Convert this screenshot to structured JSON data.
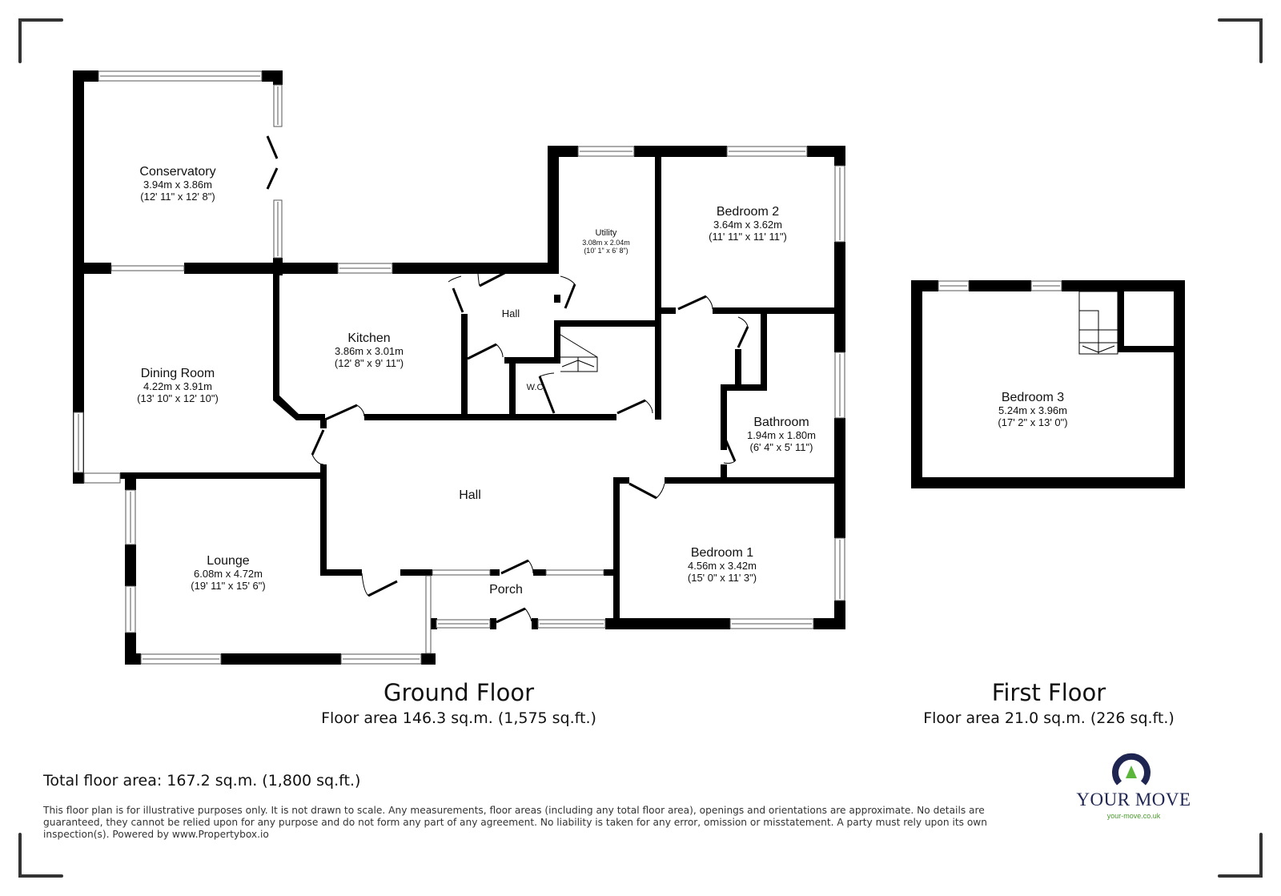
{
  "ground_floor": {
    "title": "Ground Floor",
    "area": "Floor area 146.3 sq.m. (1,575 sq.ft.)",
    "rooms": [
      {
        "name": "Conservatory",
        "metric": "3.94m x 3.86m",
        "imperial": "(12' 11\" x 12' 8\")"
      },
      {
        "name": "Dining Room",
        "metric": "4.22m x 3.91m",
        "imperial": "(13' 10\" x 12' 10\")"
      },
      {
        "name": "Kitchen",
        "metric": "3.86m x 3.01m",
        "imperial": "(12' 8\" x 9' 11\")"
      },
      {
        "name": "Utility",
        "metric": "3.08m x 2.04m",
        "imperial": "(10' 1\" x 6' 8\")"
      },
      {
        "name": "Bedroom 2",
        "metric": "3.64m x 3.62m",
        "imperial": "(11' 11\" x 11' 11\")"
      },
      {
        "name": "Bathroom",
        "metric": "1.94m x 1.80m",
        "imperial": "(6' 4\" x 5' 11\")"
      },
      {
        "name": "Lounge",
        "metric": "6.08m x 4.72m",
        "imperial": "(19' 11\" x 15' 6\")"
      },
      {
        "name": "Bedroom 1",
        "metric": "4.56m x 3.42m",
        "imperial": "(15' 0\" x 11' 3\")"
      }
    ],
    "labels": {
      "hall_upper": "Hall",
      "hall_main": "Hall",
      "wc": "W.C",
      "porch": "Porch"
    }
  },
  "first_floor": {
    "title": "First Floor",
    "area": "Floor area 21.0 sq.m. (226 sq.ft.)",
    "rooms": [
      {
        "name": "Bedroom 3",
        "metric": "5.24m x 3.96m",
        "imperial": "(17' 2\" x 13' 0\")"
      }
    ]
  },
  "total_area": "Total floor area: 167.2 sq.m. (1,800 sq.ft.)",
  "disclaimer": "This floor plan is for illustrative purposes only. It is not drawn to scale. Any measurements, floor areas (including any total floor area), openings and orientations are approximate. No details are guaranteed, they cannot be relied upon for any purpose and do not form any part of any agreement. No liability is taken for any error, omission or misstatement. A party must rely upon its own inspection(s). Powered by www.Propertybox.io",
  "logo": {
    "brand": "YOUR MOVE",
    "url": "your-move.co.uk",
    "ring_color": "#1e2550",
    "triangle_color": "#5db63c"
  }
}
